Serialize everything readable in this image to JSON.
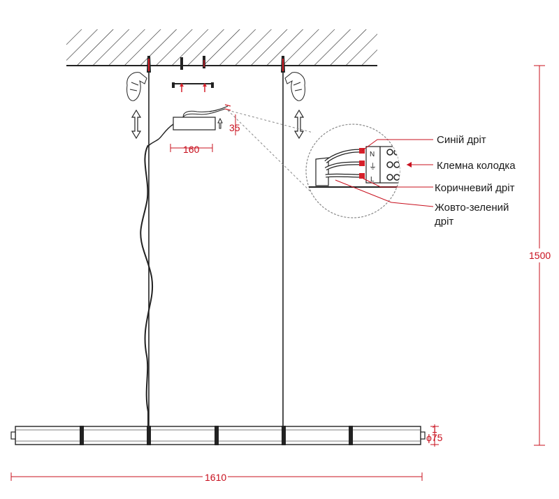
{
  "labels": {
    "blue_wire": "Синій дріт",
    "terminal_block": "Клемна колодка",
    "brown_wire": "Коричневий дріт",
    "yellow_green_wire_1": "Жовто-зелений",
    "yellow_green_wire_2": "дріт"
  },
  "terminal_marks": {
    "n": "N",
    "ground": "⏚",
    "l": "L"
  },
  "dimensions": {
    "height": "1500",
    "width": "1610",
    "driver_width": "160",
    "driver_height": "35",
    "tube_diameter": "ϕ75",
    "tube_top": "1"
  },
  "colors": {
    "dimension": "#c8101e",
    "ink": "#222222",
    "accent": "#d6202a"
  }
}
